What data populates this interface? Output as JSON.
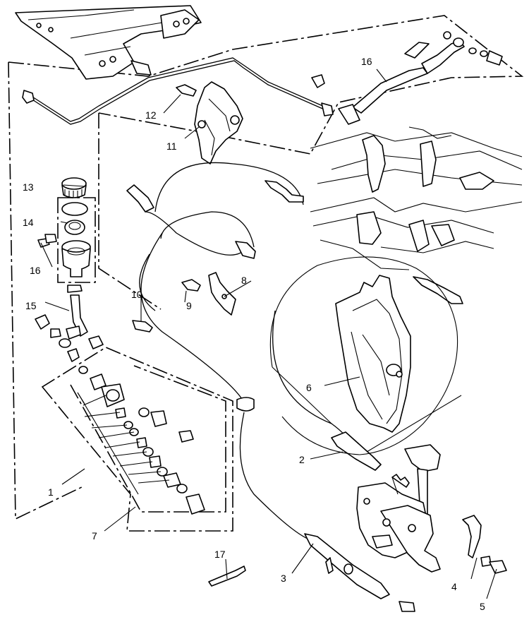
{
  "diagram": {
    "callouts": [
      {
        "id": "c1",
        "text": "1"
      },
      {
        "id": "c2",
        "text": "2"
      },
      {
        "id": "c3",
        "text": "3"
      },
      {
        "id": "c4",
        "text": "4"
      },
      {
        "id": "c5",
        "text": "5"
      },
      {
        "id": "c6",
        "text": "6"
      },
      {
        "id": "c7",
        "text": "7"
      },
      {
        "id": "c8",
        "text": "8"
      },
      {
        "id": "c9",
        "text": "9"
      },
      {
        "id": "c10",
        "text": "10"
      },
      {
        "id": "c11",
        "text": "11"
      },
      {
        "id": "c12",
        "text": "12"
      },
      {
        "id": "c13",
        "text": "13"
      },
      {
        "id": "c14",
        "text": "14"
      },
      {
        "id": "c15",
        "text": "15"
      },
      {
        "id": "c16a",
        "text": "16"
      },
      {
        "id": "c16b",
        "text": "16"
      },
      {
        "id": "c17",
        "text": "17"
      }
    ]
  }
}
